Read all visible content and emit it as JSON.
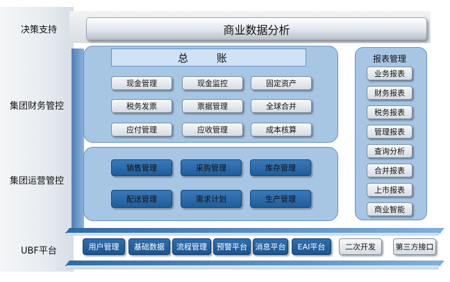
{
  "layers": {
    "decision": "决策支持",
    "finance": "集团财务管控",
    "operations": "集团运营管控",
    "ubf": "UBF平台"
  },
  "decision_bar": "商业数据分析",
  "finance": {
    "ledger": "总 账",
    "modules": [
      "现金管理",
      "现金监控",
      "固定资产",
      "税务发票",
      "票据管理",
      "全球合并",
      "应付管理",
      "应收管理",
      "成本核算"
    ]
  },
  "operations": {
    "modules": [
      "销售管理",
      "采购管理",
      "库存管理",
      "配送管理",
      "需求计划",
      "生产管理"
    ]
  },
  "reports": {
    "title": "报表管理",
    "items": [
      "业务报表",
      "财务报表",
      "税务报表",
      "管理报表",
      "查询分析",
      "合并报表",
      "上市报表",
      "商业智能"
    ]
  },
  "ubf": {
    "modules": [
      "用户管理",
      "基础数据",
      "流程管理",
      "预警平台",
      "消息平台",
      "EAI平台"
    ],
    "extras": [
      "二次开发",
      "第三方接口"
    ]
  },
  "colors": {
    "panel": "#a7c6e4",
    "panel_border": "#5e90c8",
    "dark_button": "#2a6aaa",
    "ubf_button": "#1f5d9c"
  }
}
